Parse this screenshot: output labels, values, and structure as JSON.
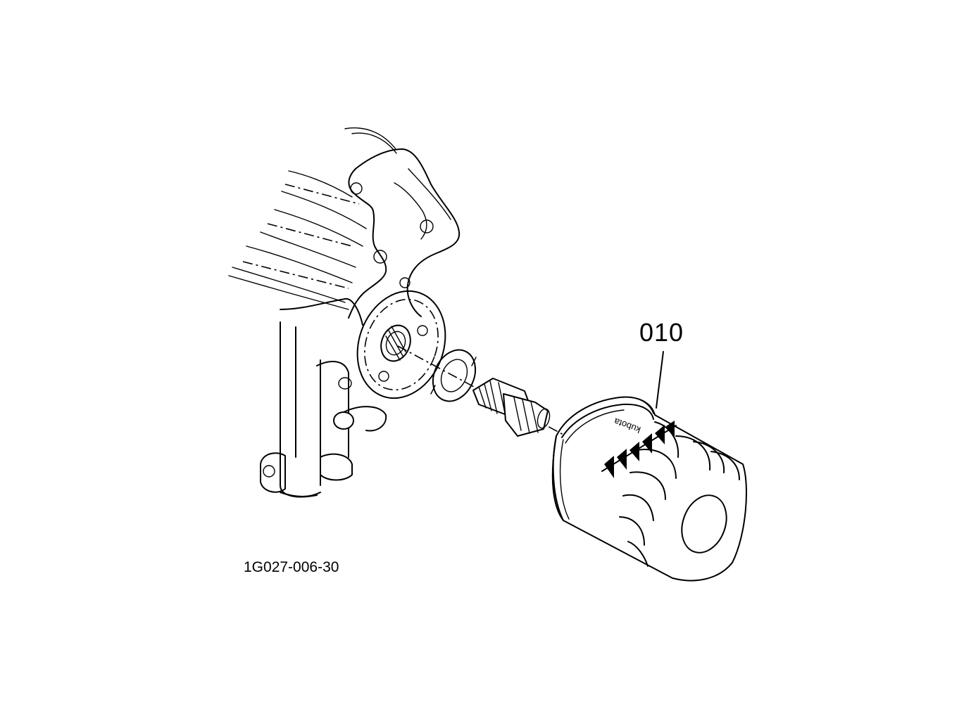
{
  "diagram": {
    "callouts": [
      {
        "label": "010"
      }
    ],
    "figure_id": "1G027-006-30",
    "filter_brand_text": "kubota"
  }
}
